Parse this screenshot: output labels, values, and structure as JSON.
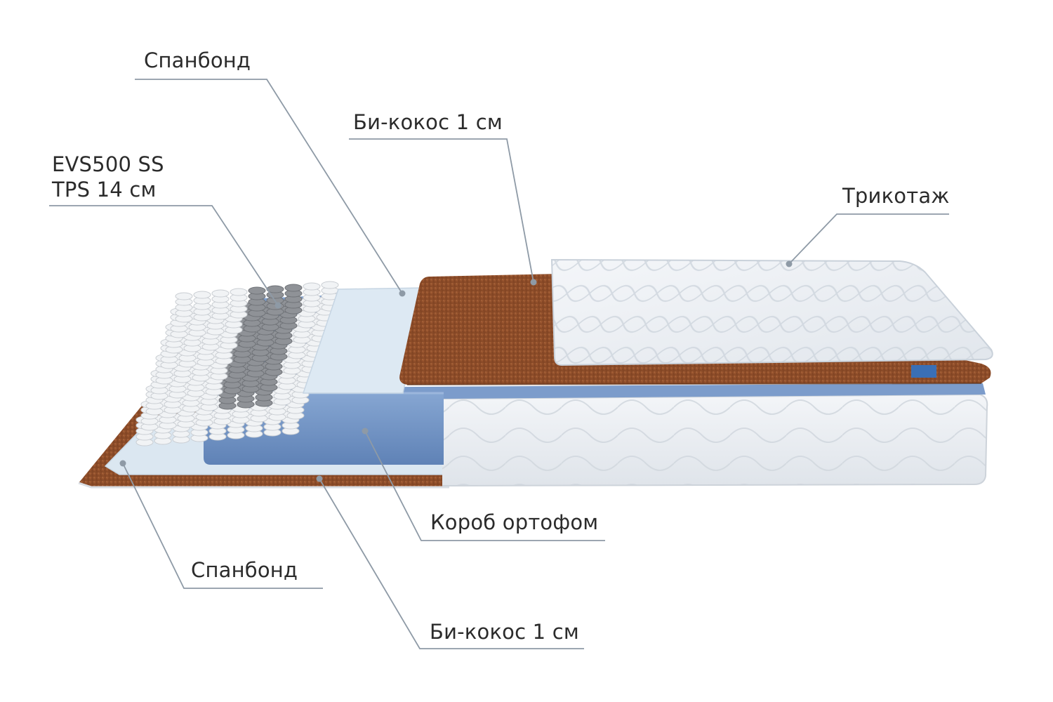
{
  "labels": {
    "top_spunbond": "Спанбонд",
    "top_bicoconut": "Би-кокос 1 см",
    "springs_line1": "EVS500 SS",
    "springs_line2": "TPS 14 см",
    "knit": "Трикотаж",
    "foam_box": "Короб ортофом",
    "bottom_spunbond": "Спанбонд",
    "bottom_bicoconut": "Би-кокос 1 см"
  },
  "colors": {
    "leader_line": "#8e9aa6",
    "coir": "#8a4a28",
    "coir_light": "#b26a3c",
    "foam_blue": "#6f93c6",
    "spunbond": "#dde9f3",
    "knit_fabric": "#eef1f5",
    "spring_white": "#f1f3f5",
    "spring_grey": "#8f9297"
  }
}
